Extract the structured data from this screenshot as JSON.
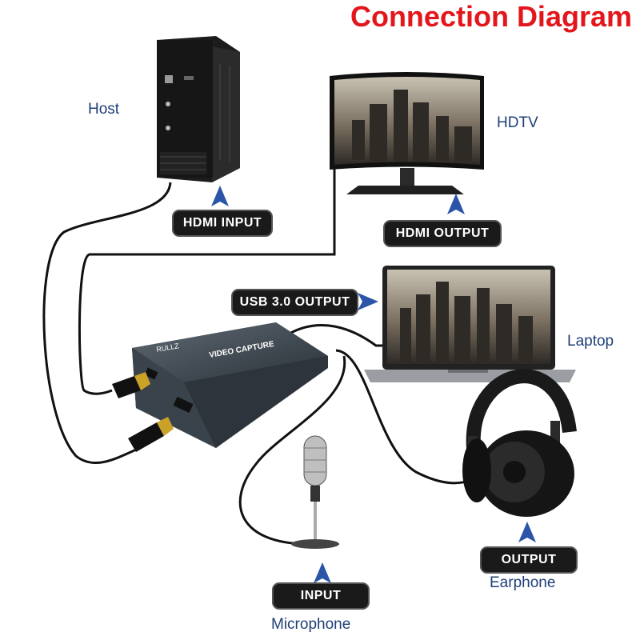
{
  "title": "Connection Diagram",
  "devices": {
    "host": "Host",
    "hdtv": "HDTV",
    "laptop": "Laptop",
    "earphone": "Earphone",
    "microphone": "Microphone"
  },
  "ports": {
    "hdmi_input": "HDMI INPUT",
    "hdmi_output": "HDMI OUTPUT",
    "usb_output": "USB 3.0 OUTPUT",
    "audio_output": "OUTPUT",
    "audio_input": "INPUT"
  },
  "capture_box": {
    "brand": "RULLZ",
    "product": "VIDEO CAPTURE"
  },
  "colors": {
    "title": "#e3161b",
    "label": "#1f3f77",
    "arrow": "#2a55a8",
    "pill": "#1a1a1a",
    "cable": "#111111"
  }
}
